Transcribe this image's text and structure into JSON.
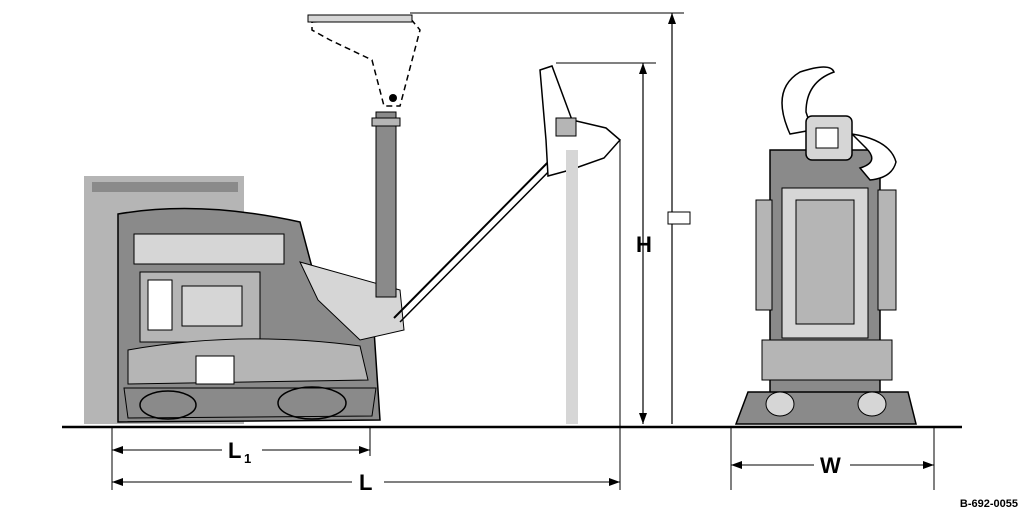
{
  "dimensions": {
    "height_label": "H",
    "length_label": "L",
    "length1_label": "L",
    "length1_subscript": "1",
    "width_label": "W"
  },
  "reference_code": "B-692-0055",
  "colors": {
    "line": "#000000",
    "body_dark": "#8a8a8a",
    "body_mid": "#b5b5b5",
    "body_light": "#d6d6d6",
    "background": "#ffffff"
  }
}
